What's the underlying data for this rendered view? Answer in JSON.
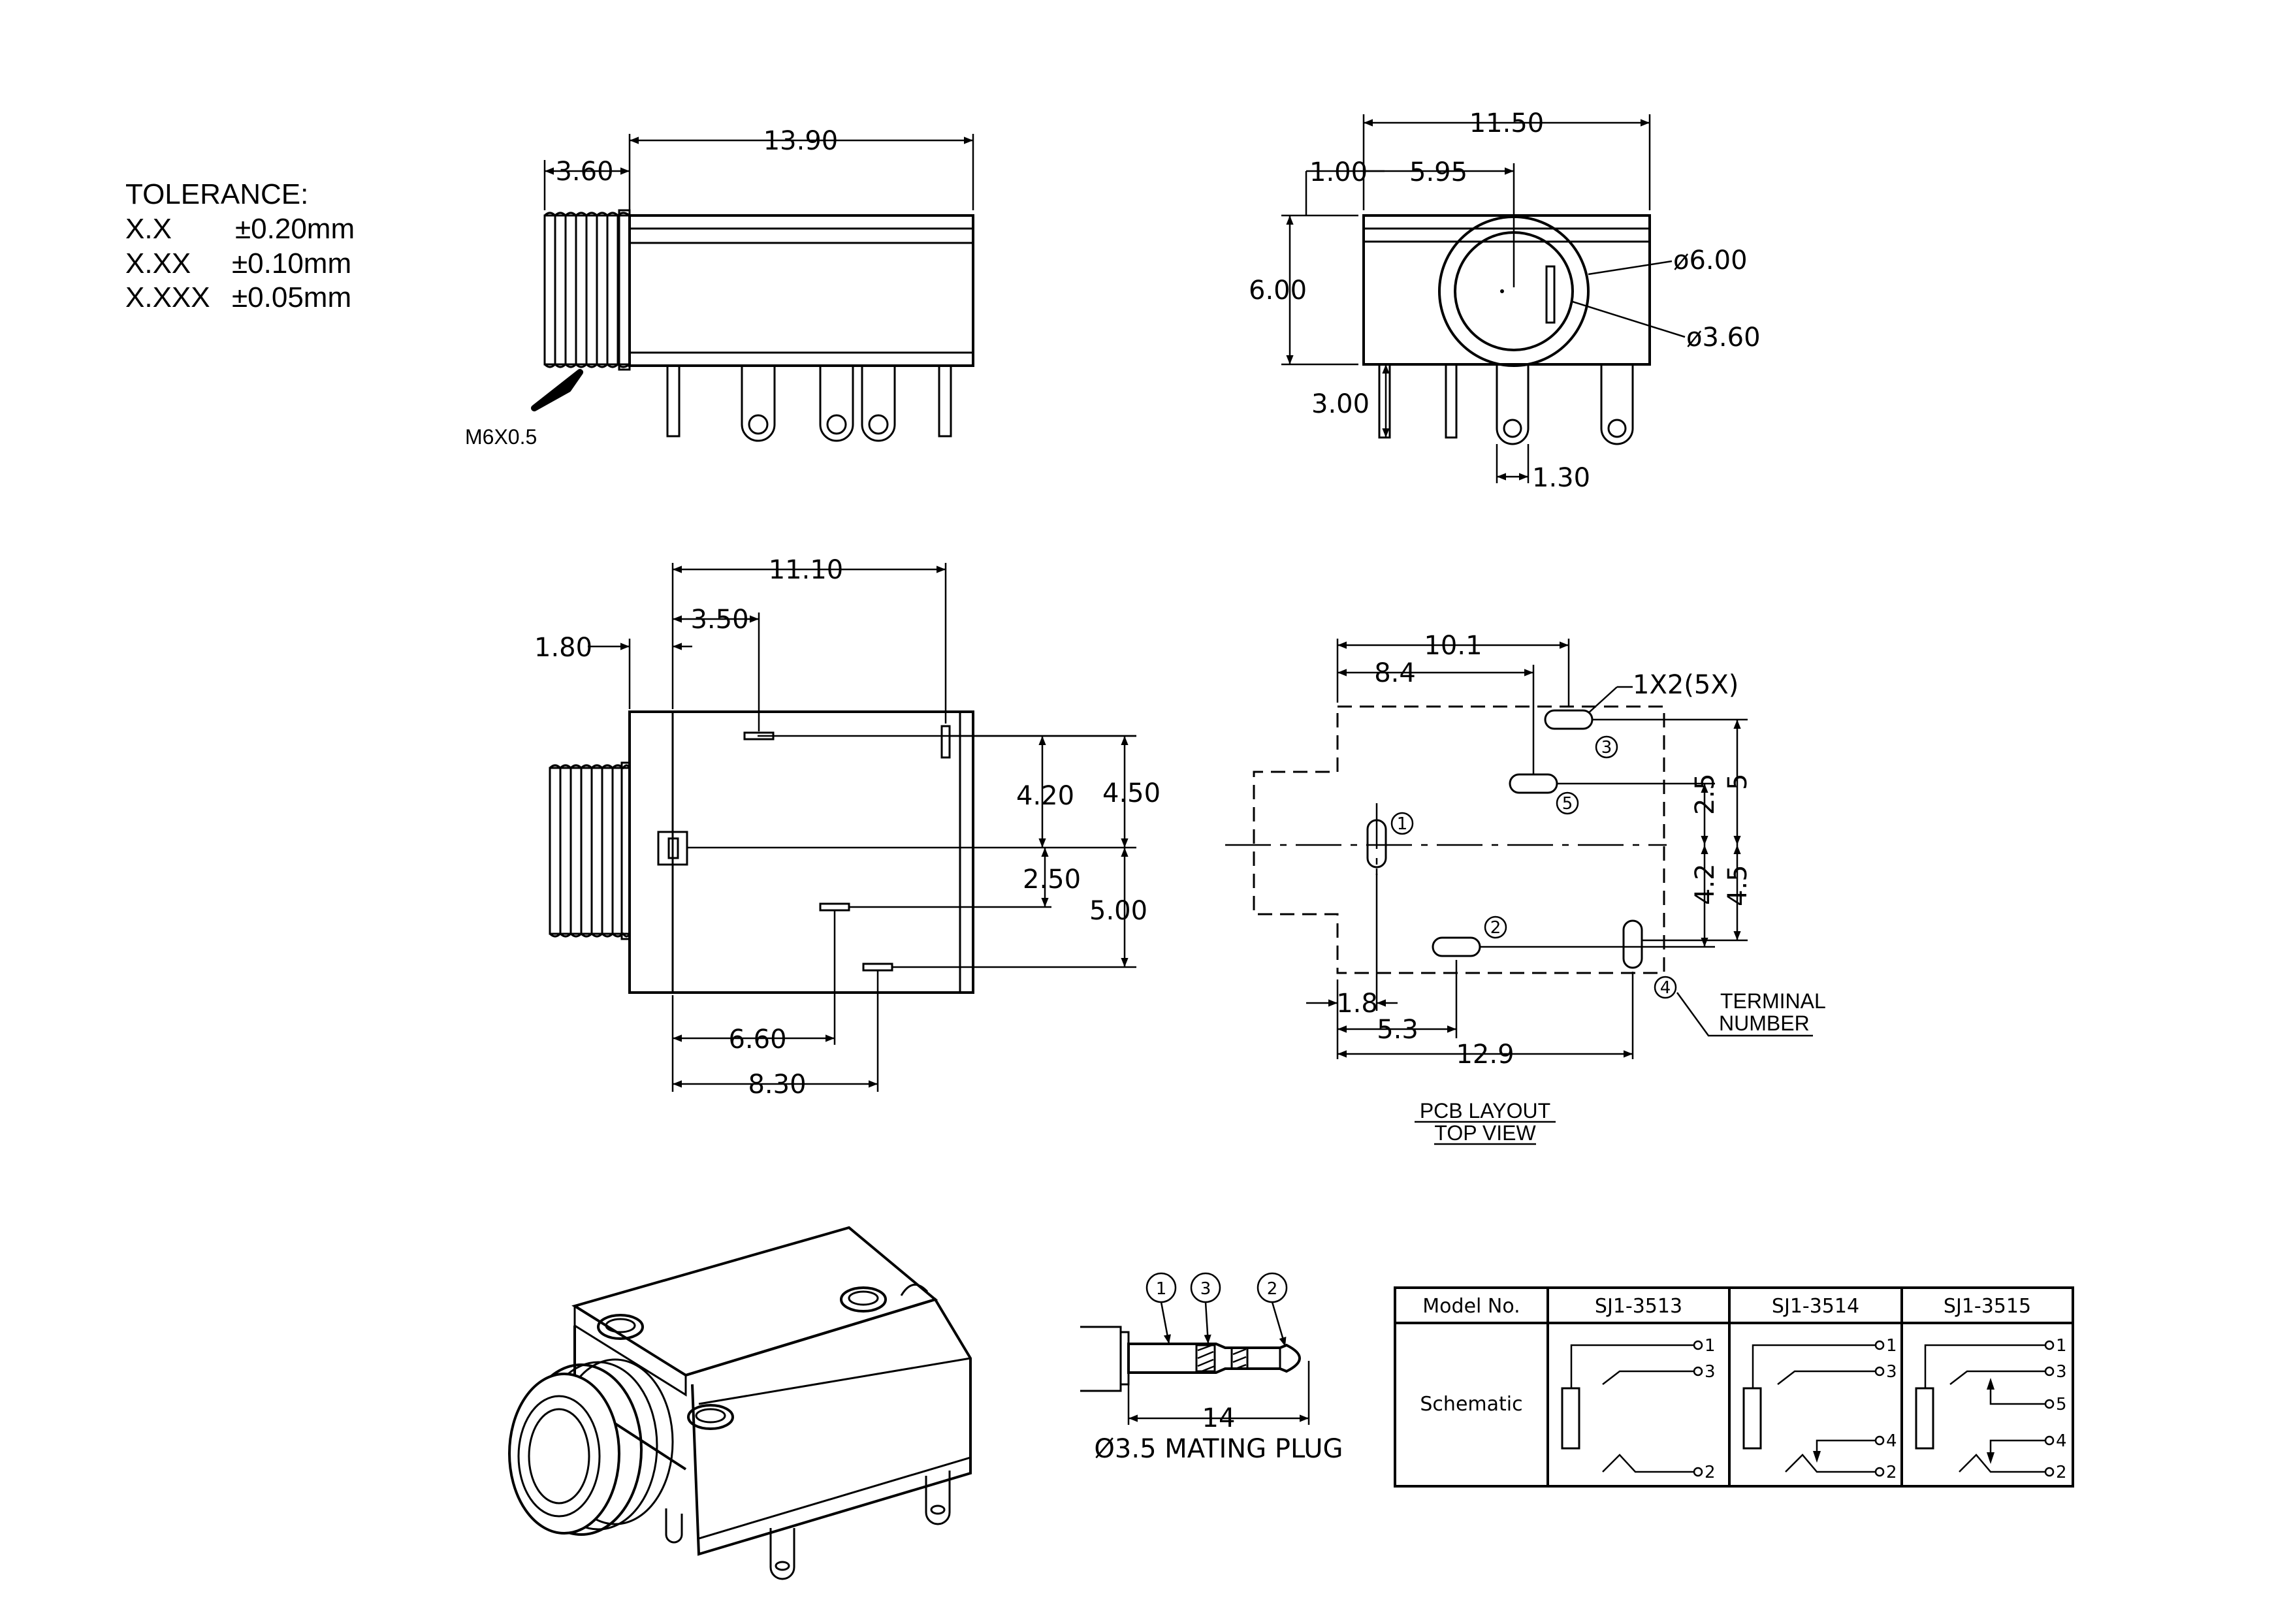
{
  "tolerance": {
    "title": "TOLERANCE:",
    "rows": [
      {
        "format": "X.X",
        "value": "±0.20mm"
      },
      {
        "format": "X.XX",
        "value": "±0.10mm"
      },
      {
        "format": "X.XXX",
        "value": "±0.05mm"
      }
    ]
  },
  "side_view": {
    "thread_len": "3.60",
    "body_len": "13.90",
    "thread_spec": "M6X0.5"
  },
  "front_view": {
    "width": "11.50",
    "offset": "1.00",
    "center": "5.95",
    "height": "6.00",
    "outer_dia": "ø6.00",
    "inner_dia": "ø3.60",
    "pin_len": "3.00",
    "pin_width": "1.30"
  },
  "bottom_view": {
    "d_11_10": "11.10",
    "d_3_50": "3.50",
    "d_1_80": "1.80",
    "d_4_20": "4.20",
    "d_4_50": "4.50",
    "d_2_50": "2.50",
    "d_5_00": "5.00",
    "d_6_60": "6.60",
    "d_8_30": "8.30"
  },
  "pcb_layout": {
    "d_10_1": "10.1",
    "d_8_4": "8.4",
    "hole_spec": "1X2(5X)",
    "d_2_5": "2.5",
    "d_5": "5",
    "d_4_2": "4.2",
    "d_4_5": "4.5",
    "d_1_8": "1.8",
    "d_5_3": "5.3",
    "d_12_9": "12.9",
    "terminal_label_1": "TERMINAL",
    "terminal_label_2": "NUMBER",
    "title_1": "PCB LAYOUT",
    "title_2": "TOP VIEW",
    "pins": [
      "1",
      "2",
      "3",
      "4",
      "5"
    ]
  },
  "plug": {
    "pins": [
      "1",
      "3",
      "2"
    ],
    "length": "14",
    "caption": "Ø3.5 MATING PLUG"
  },
  "table": {
    "header_model": "Model No.",
    "models": [
      "SJ1-3513",
      "SJ1-3514",
      "SJ1-3515"
    ],
    "row_label": "Schematic",
    "pins_3513": [
      "1",
      "3",
      "2"
    ],
    "pins_3514": [
      "1",
      "3",
      "4",
      "2"
    ],
    "pins_3515": [
      "1",
      "3",
      "5",
      "4",
      "2"
    ]
  }
}
